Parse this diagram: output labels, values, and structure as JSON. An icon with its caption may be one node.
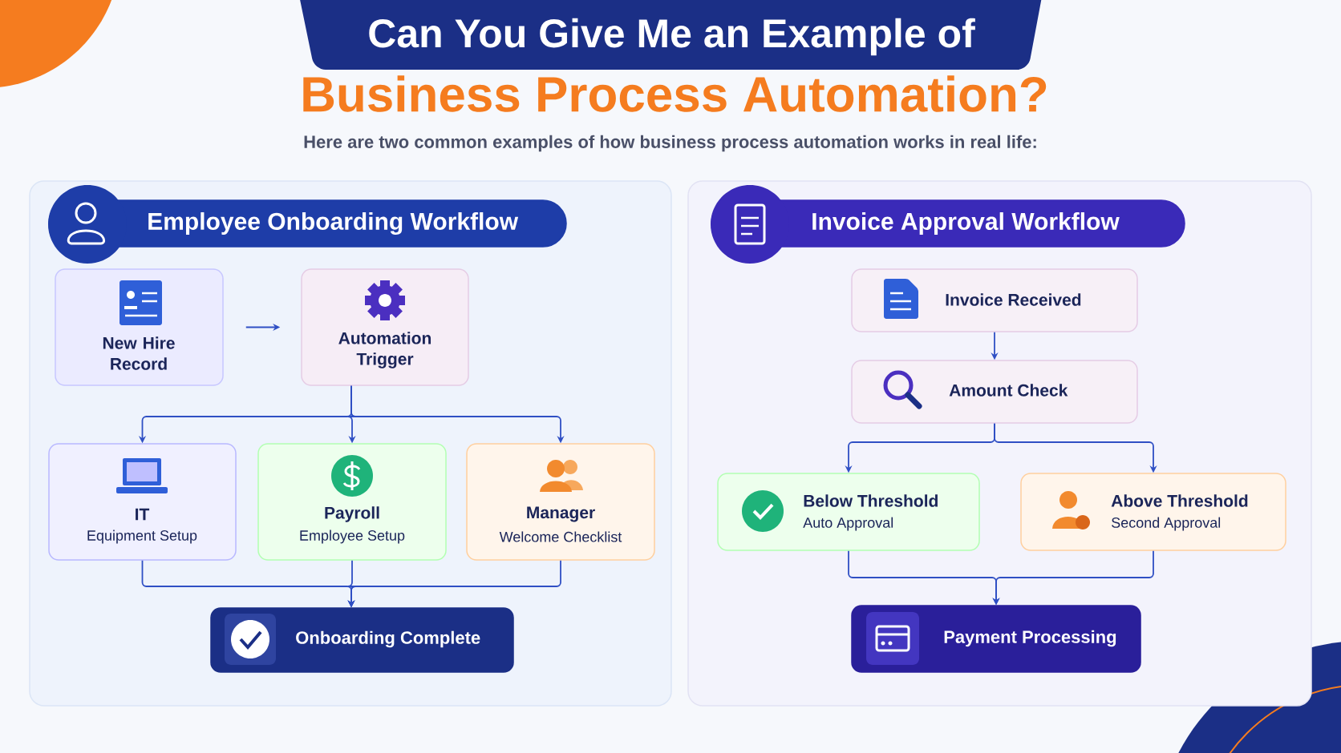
{
  "diagram": {
    "title": "Can You Give Me an Example of",
    "nodes": [
      {
        "text": [
          "Employee Onboarding Workflow"
        ]
      },
      {
        "text": [
          "New Hire Record"
        ]
      },
      {
        "text": [
          "Automation Trigger"
        ]
      },
      {
        "text": [
          "IT",
          "Equipment Setup"
        ]
      },
      {
        "text": [
          "Payroll",
          "Employee Setup"
        ]
      },
      {
        "text": [
          "Manager",
          "Welcome Checklist"
        ]
      },
      {
        "text": [
          "Onboarding Complete"
        ]
      },
      {
        "text": [
          "Invoice Approval Workflow"
        ]
      },
      {
        "text": [
          "Invoice Received"
        ]
      },
      {
        "text": [
          "Amount Check"
        ]
      },
      {
        "text": [
          "Below Threshold",
          "Auto Approval"
        ]
      },
      {
        "text": [
          "Above Threshold",
          "Second Approval"
        ]
      },
      {
        "text": [
          "Payment Processing"
        ]
      }
    ],
    "edges": [
      {
        "from": 1,
        "to": 2,
        "arrow": "to"
      },
      {
        "from": 2,
        "to": 3,
        "arrow": "to"
      },
      {
        "from": 2,
        "to": 4,
        "arrow": "to"
      },
      {
        "from": 2,
        "to": 5,
        "arrow": "to"
      },
      {
        "from": 3,
        "to": 6,
        "arrow": "to"
      },
      {
        "from": 4,
        "to": 6,
        "arrow": "to"
      },
      {
        "from": 5,
        "to": 6,
        "arrow": "to"
      },
      {
        "from": 8,
        "to": 9,
        "arrow": "to"
      },
      {
        "from": 9,
        "to": 10,
        "arrow": "to"
      },
      {
        "from": 9,
        "to": 11,
        "arrow": "to"
      },
      {
        "from": 10,
        "to": 12,
        "arrow": "to"
      },
      {
        "from": 11,
        "to": 12,
        "arrow": "to"
      }
    ],
    "labels": [
      "Business Process Automation?",
      "Here are two common examples of how business process automation works in real life:"
    ]
  }
}
